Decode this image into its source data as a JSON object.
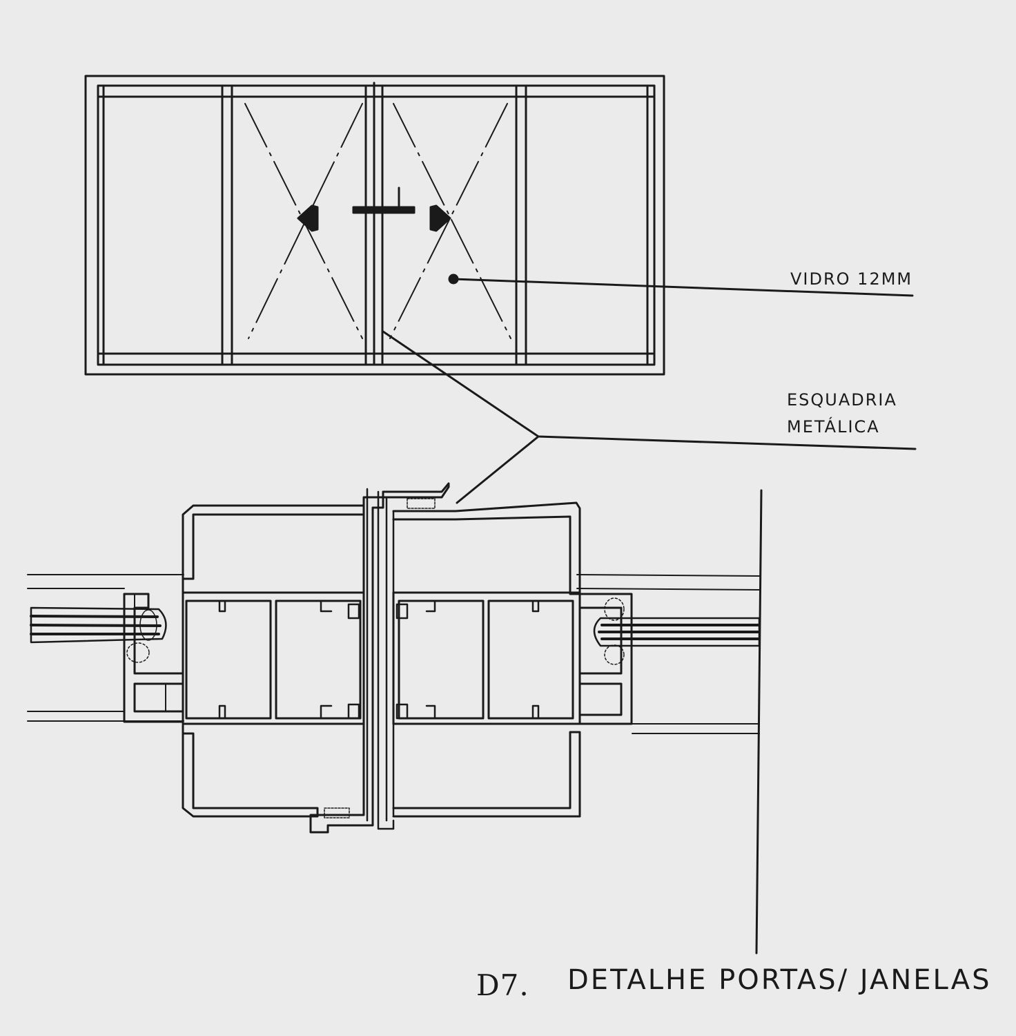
{
  "labels": {
    "glass": "VIDRO 12MM",
    "frame_line1": "ESQUADRIA",
    "frame_line2": "METÁLICA",
    "detail_code": "D7.",
    "title": "DETALHE PORTAS/ JANELAS"
  },
  "colors": {
    "paper": "#ebebeb",
    "ink": "#1a1a1a"
  }
}
